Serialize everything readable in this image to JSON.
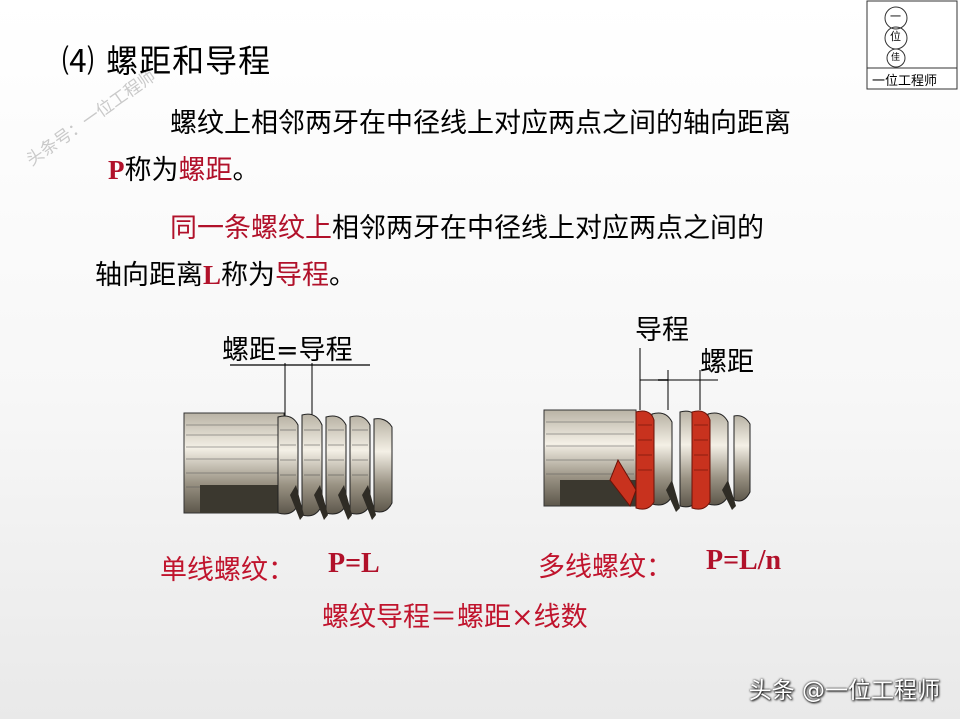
{
  "title": "⑷ 螺距和导程",
  "para1": {
    "line1": "螺纹上相邻两牙在中径线上对应两点之间的轴向距离",
    "p": "P",
    "mid": "称为",
    "term": "螺距",
    "end": "。"
  },
  "para2": {
    "red_start": "同一条螺纹上",
    "line1_rest": "相邻两牙在中径线上对应两点之间的",
    "line2_start": "轴向距离",
    "l": "L",
    "mid": "称为",
    "term": "导程",
    "end": "。"
  },
  "fig_left": {
    "label": "螺距=导程"
  },
  "fig_right": {
    "lead_label": "导程",
    "pitch_label": "螺距"
  },
  "single_thread": {
    "label": "单线螺纹：",
    "formula": "P=L"
  },
  "multi_thread": {
    "label": "多线螺纹：",
    "formula": "P=L/n"
  },
  "summary_formula": "螺纹导程＝螺距×线数",
  "logo": {
    "chars": [
      "一",
      "位",
      "佳"
    ],
    "caption": "一位工程师"
  },
  "watermark": "头条号：一位工程师",
  "footer_watermark": "头条 @一位工程师",
  "colors": {
    "accent_red": "#c0142d",
    "thread_red": "#c8321e"
  }
}
